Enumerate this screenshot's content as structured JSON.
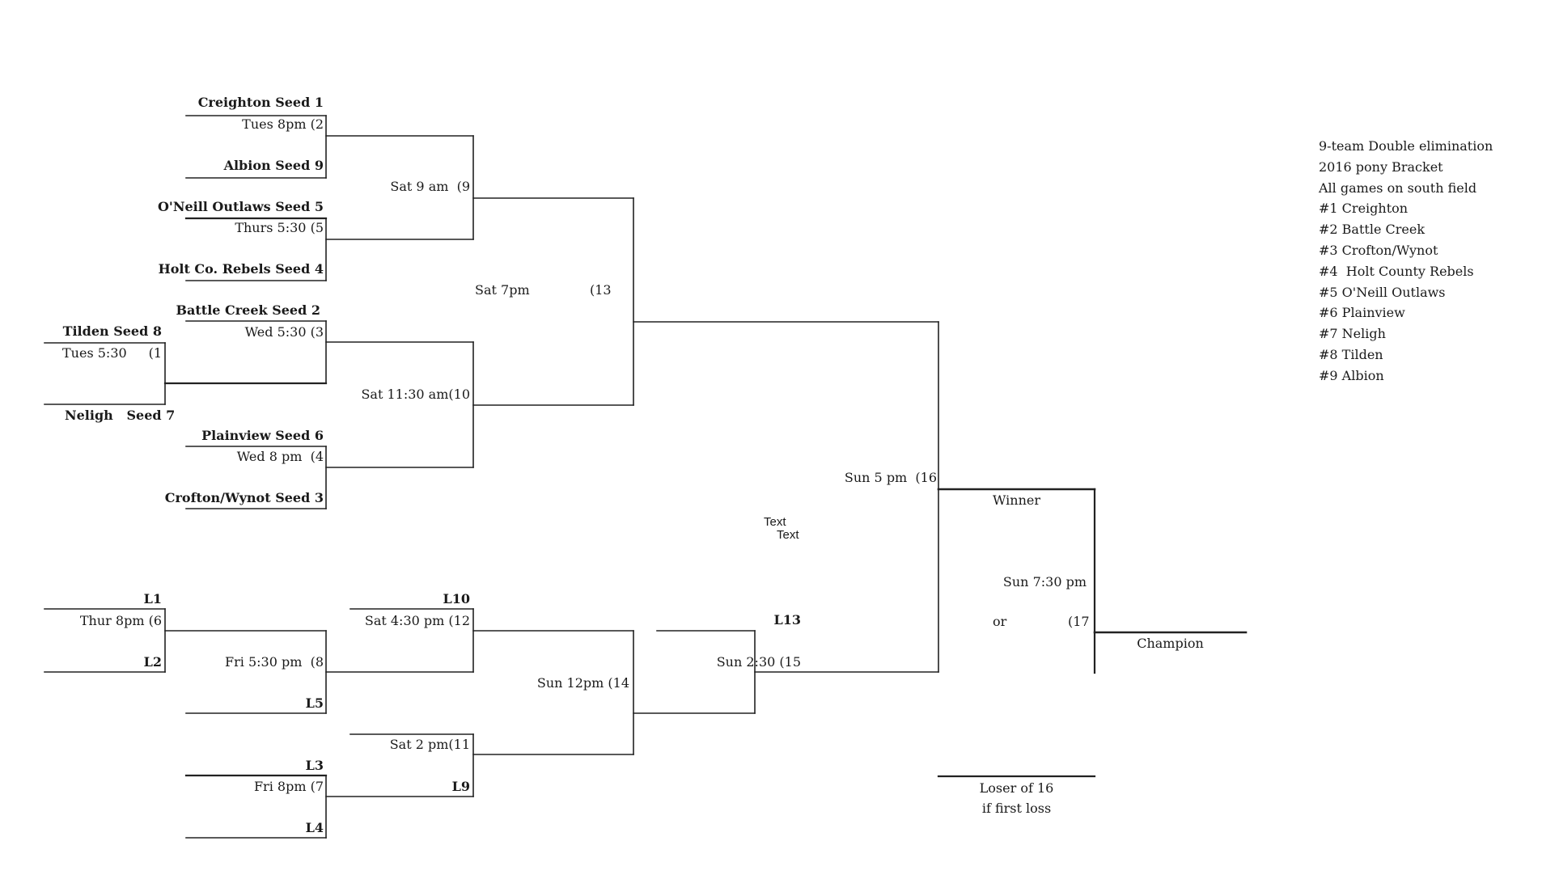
{
  "info": {
    "lines": [
      "9-team Double elimination",
      "2016 pony Bracket",
      "All games on south field",
      "#1 Creighton",
      "#2 Battle Creek",
      "#3 Crofton/Wynot",
      "#4  Holt County Rebels",
      "#5 O'Neill Outlaws",
      "#6 Plainview",
      "#7 Neligh",
      "#8 Tilden",
      "#9 Albion"
    ]
  },
  "teams": {
    "creighton": "Creighton Seed 1",
    "albion": "Albion Seed 9",
    "oneill": "O'Neill Outlaws Seed 5",
    "holt": "Holt Co. Rebels Seed 4",
    "battle_creek": "Battle Creek Seed 2",
    "tilden": "Tilden Seed 8",
    "neligh": "Neligh   Seed 7",
    "plainview": "Plainview Seed 6",
    "crofton": "Crofton/Wynot Seed 3"
  },
  "games": {
    "g1_time": "Tues 5:30",
    "g1_num": "(1",
    "g2": "Tues 8pm (2",
    "g3": "Wed 5:30 (3",
    "g4": "Wed 8 pm  (4",
    "g5": "Thurs 5:30 (5",
    "g6": "Thur 8pm (6",
    "g7": "Fri 8pm (7",
    "g8": "Fri 5:30 pm  (8",
    "g9": "Sat 9 am  (9",
    "g10": "Sat 11:30 am(10",
    "g11": "Sat 2 pm(11",
    "g12": "Sat 4:30 pm (12",
    "g13_time": "Sat 7pm",
    "g13_num": "(13",
    "g14": "Sun 12pm (14",
    "g15": "Sun 2:30 (15",
    "g16": "Sun 5 pm  (16",
    "g17_time": "Sun 7:30 pm",
    "g17_or": "or",
    "g17_num": "(17"
  },
  "losers": {
    "l1": "L1",
    "l2": "L2",
    "l3": "L3",
    "l4": "L4",
    "l5": "L5",
    "l9": "L9",
    "l10": "L10",
    "l13": "L13"
  },
  "final": {
    "winner": "Winner",
    "champion": "Champion",
    "loser16_line1": "Loser of 16",
    "loser16_line2": "if first loss"
  },
  "placeholders": {
    "text1": "Text",
    "text2": "Text"
  }
}
